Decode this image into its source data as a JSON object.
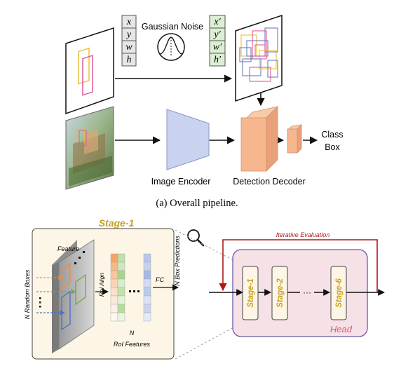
{
  "part_a": {
    "caption": "(a) Overall pipeline.",
    "noise_label": "Gaussian Noise",
    "box_params": [
      "x",
      "y",
      "w",
      "h"
    ],
    "noisy_params": [
      "x′",
      "y′",
      "w′",
      "h′"
    ],
    "encoder_label": "Image Encoder",
    "decoder_label": "Detection Decoder",
    "outputs": [
      "Class",
      "Box"
    ]
  },
  "part_b": {
    "stage_title": "Stage-1",
    "random_boxes_label": "N Random Boxes",
    "feature_label": "Feature",
    "roi_align_label": "RoI Align",
    "fc_label": "FC",
    "predictions_label": "N Box Predictions",
    "n_label": "N",
    "roi_features_label": "RoI Features",
    "iterative_label": "Iterative Evaluation",
    "head_label": "Head",
    "stages": [
      "Stage-1",
      "Stage-2",
      "Stage-6"
    ],
    "ellipsis": "···"
  },
  "colors": {
    "encoder": "#c9d3ef",
    "decoder": "#f6b78f",
    "stage_bg": "#fdf6e6",
    "stage_text": "#c8a020",
    "head_bg": "#f6e1e7",
    "head_border": "#6a5aa8",
    "head_text": "#e05a6a",
    "iterative": "#b01818",
    "orange": "#f08a3c",
    "green": "#6cab3c",
    "blue": "#4a6fc8"
  }
}
